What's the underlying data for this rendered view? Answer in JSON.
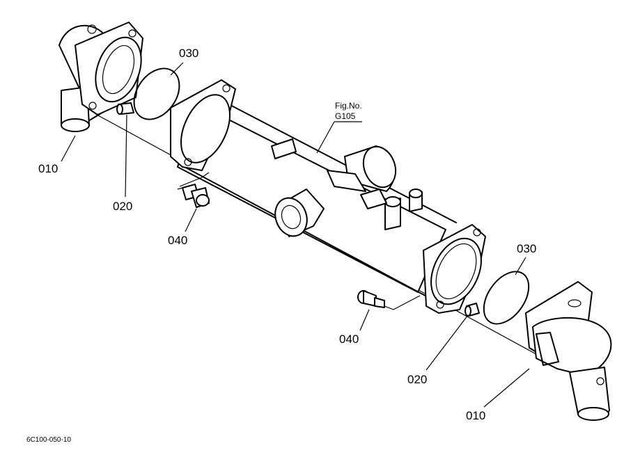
{
  "callouts": {
    "left_housing": "010",
    "left_pin": "020",
    "left_oring": "030",
    "left_bolt": "040",
    "right_housing": "010",
    "right_pin": "020",
    "right_oring": "030",
    "right_bolt": "040"
  },
  "figure_ref": {
    "line1": "Fig.No.",
    "line2": "G105"
  },
  "drawing_number": "6C100-050-10"
}
